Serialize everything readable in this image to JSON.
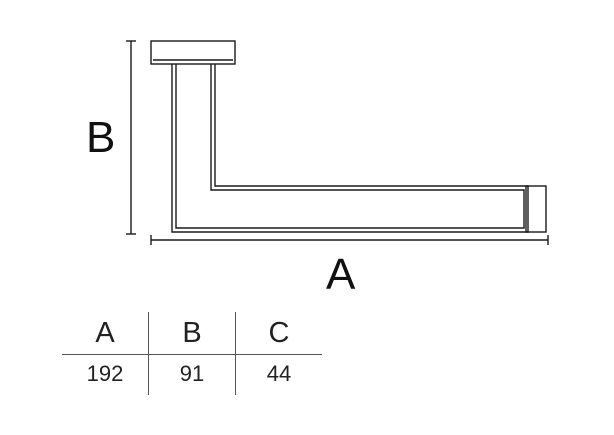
{
  "diagram": {
    "dimension_labels": {
      "width": "A",
      "height": "B"
    },
    "line_color": "#1a1a1a"
  },
  "table": {
    "headers": [
      "A",
      "B",
      "C"
    ],
    "values": [
      "192",
      "91",
      "44"
    ]
  }
}
